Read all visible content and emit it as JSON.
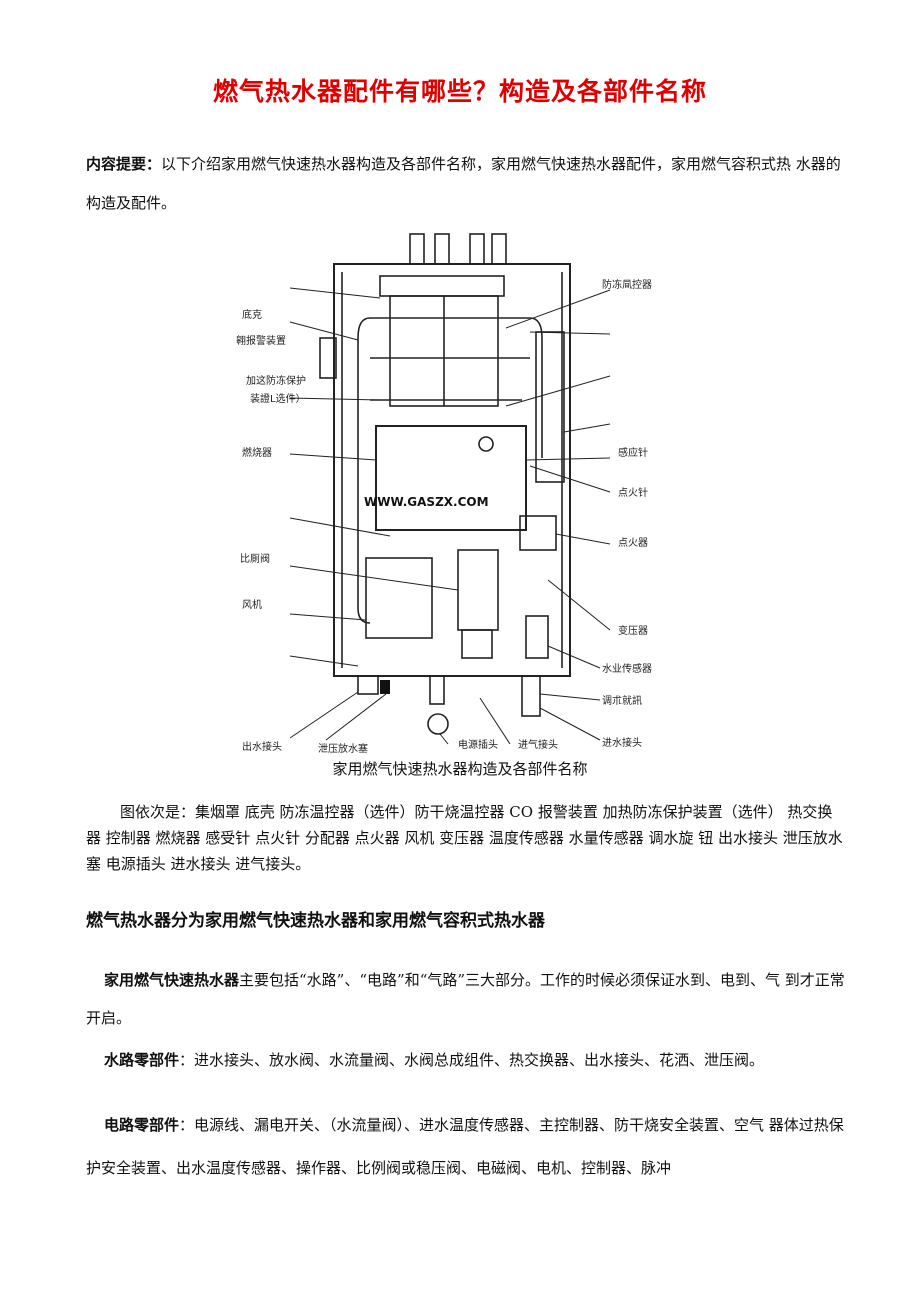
{
  "title": "燃气热水器配件有哪些？构造及各部件名称",
  "summary": {
    "label": "内容提要：",
    "text": "以下介绍家用燃气快速热水器构造及各部件名称，家用燃气快速热水器配件，家用燃气容积式热 水器的构造及配件。"
  },
  "figure": {
    "watermark": "WWW.GASZX.COM",
    "labels": {
      "dike": "底克",
      "co_alarm": "翱报警装置",
      "antifreeze_1": "加这防冻保护",
      "antifreeze_2": "装證L选件）",
      "burner": "燃烧器",
      "proportional": "比厠阀",
      "fan": "风机",
      "outlet": "出水接头",
      "relief": "泄压放水塞",
      "antifreeze_controller": "防冻凬控器",
      "sensor_pin": "感应针",
      "ignition_pin": "点火针",
      "igniter": "点火器",
      "transformer": "变压器",
      "water_sensor": "水业传感器",
      "adjust_knob": "调朮就訊",
      "power_plug": "电源插头",
      "gas_inlet": "进气接头",
      "water_inlet": "进水接头"
    },
    "caption": "家用燃气快速热水器构造及各部件名称"
  },
  "order": {
    "text": "图依次是：集烟罩 底壳 防冻温控器（选件）防干烧温控器 CO 报警装置 加热防冻保护装置（选件） 热交换器 控制器 燃烧器 感受针 点火针 分配器 点火器 风机 变压器 温度传感器 水量传感器 调水旋 钮 出水接头 泄压放水塞 电源插头 进水接头 进气接头。"
  },
  "heading": "燃气热水器分为家用燃气快速热水器和家用燃气容积式热水器",
  "p1": {
    "bold": "家用燃气快速热水器",
    "text": "主要包括“水路”、“电路”和“气路”三大部分。工作的时候必须保证水到、电到、气 到才正常开启。"
  },
  "p2": {
    "bold": "水路零部件",
    "text": "：进水接头、放水阀、水流量阀、水阀总成组件、热交换器、出水接头、花洒、泄压阀。"
  },
  "p3": {
    "bold": "电路零部件",
    "text": "：电源线、漏电开关、（水流量阀）、进水温度传感器、主控制器、防干烧安全装置、空气 器体过热保护安全装置、出水温度传感器、操作器、比例阀或稳压阀、电磁阀、电机、控制器、脉冲"
  }
}
